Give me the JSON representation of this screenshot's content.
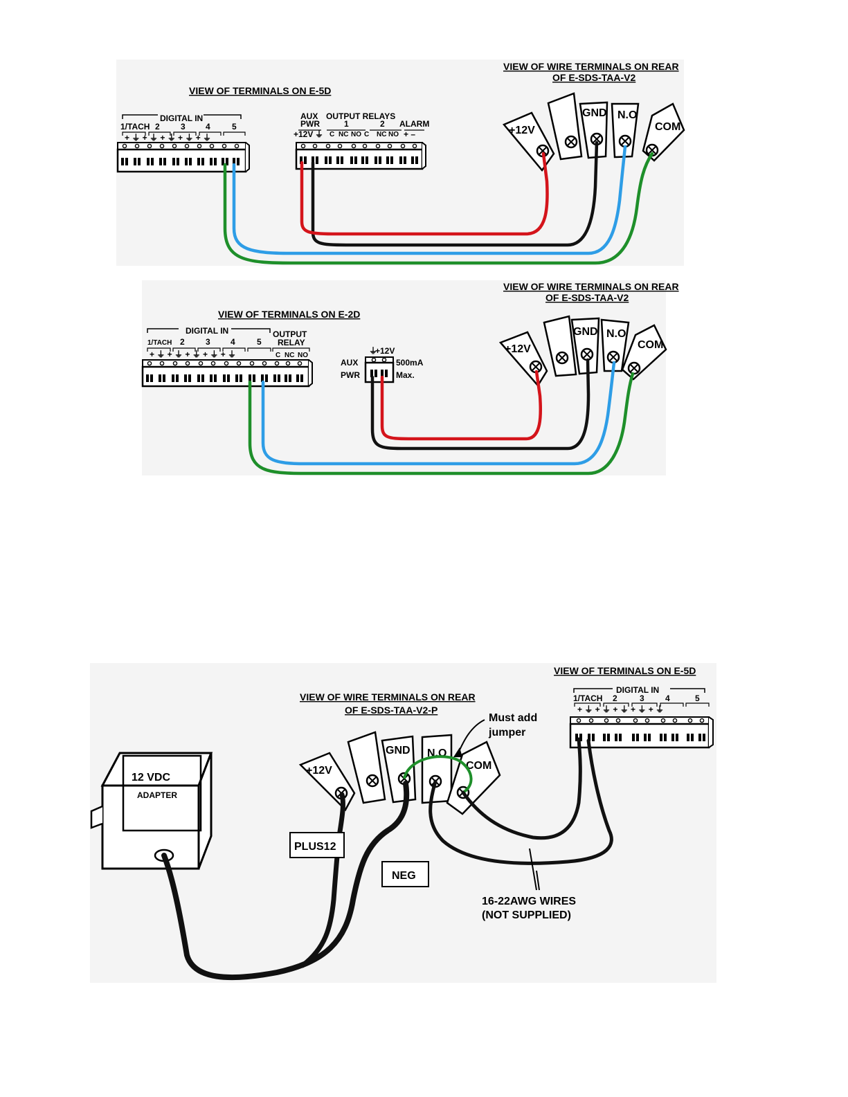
{
  "panels": [
    {
      "device_title": "VIEW OF TERMINALS ON E-5D",
      "sensor_title_1": "VIEW OF WIRE TERMINALS ON REAR",
      "sensor_title_2": "OF E-SDS-TAA-V2",
      "digital_in": "DIGITAL IN",
      "inputs": [
        "1/TACH",
        "2",
        "3",
        "4",
        "5"
      ],
      "aux": "AUX",
      "pwr": "PWR",
      "output_relays": "OUTPUT RELAYS",
      "relay_nums": [
        "1",
        "2"
      ],
      "alarm": "ALARM",
      "relay_terms": [
        "C",
        "NC",
        "NO",
        "C",
        "NC",
        "NO"
      ],
      "aux_12v": "+12V",
      "tabs": [
        "+12V",
        "GND",
        "N.O",
        "COM"
      ]
    },
    {
      "device_title": "VIEW OF TERMINALS ON E-2D",
      "sensor_title_1": "VIEW OF WIRE TERMINALS ON REAR",
      "sensor_title_2": "OF E-SDS-TAA-V2",
      "digital_in": "DIGITAL IN",
      "inputs": [
        "1/TACH",
        "2",
        "3",
        "4",
        "5"
      ],
      "output": "OUTPUT",
      "relay": "RELAY",
      "relay_terms": [
        "C",
        "NC",
        "NO"
      ],
      "aux": "AUX",
      "pwr": "PWR",
      "aux_12v": "+12V",
      "current": "500mA",
      "max": "Max.",
      "tabs": [
        "+12V",
        "GND",
        "N.O",
        "COM"
      ]
    },
    {
      "device_title": "VIEW OF TERMINALS ON E-5D",
      "sensor_title_1": "VIEW OF WIRE TERMINALS ON REAR",
      "sensor_title_2": "OF E-SDS-TAA-V2-P",
      "digital_in": "DIGITAL IN",
      "inputs": [
        "1/TACH",
        "2",
        "3",
        "4",
        "5"
      ],
      "tabs": [
        "+12V",
        "GND",
        "N.O",
        "COM"
      ],
      "jumper_note_1": "Must add",
      "jumper_note_2": "jumper",
      "adapter_1": "12 VDC",
      "adapter_2": "ADAPTER",
      "plus_label": "PLUS12",
      "neg_label": "NEG",
      "wires_note_1": "16-22AWG WIRES",
      "wires_note_2": "(NOT SUPPLIED)"
    }
  ],
  "colors": {
    "red": "#d4141b",
    "black": "#111111",
    "blue": "#2e9de6",
    "green": "#1e8f2a",
    "frame": "#f2f2f2"
  }
}
